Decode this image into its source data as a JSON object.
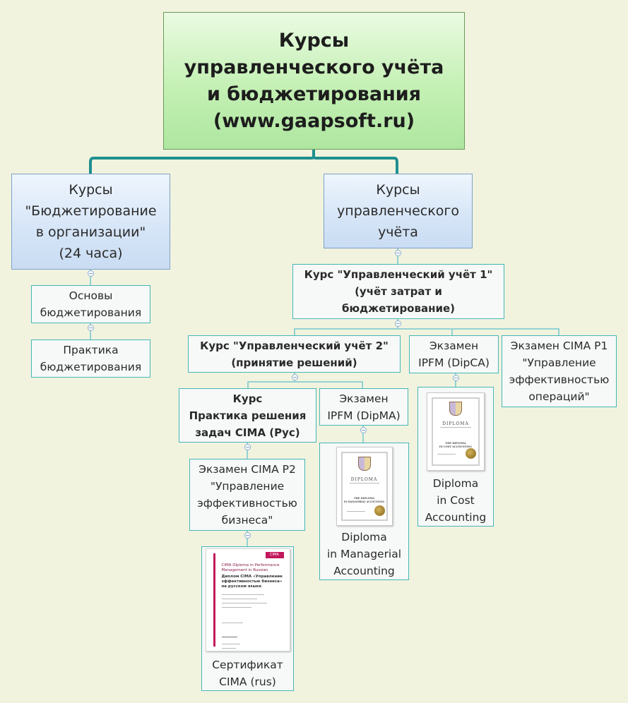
{
  "root": {
    "lines": [
      "Курсы",
      "управленческого учёта",
      "и бюджетирования",
      "(www.gaapsoft.ru)"
    ]
  },
  "budget_course": {
    "lines": [
      "Курсы",
      "\"Бюджетирование",
      "в организации\"",
      "(24 часа)"
    ]
  },
  "budget_basics": {
    "lines": [
      "Основы",
      "бюджетирования"
    ]
  },
  "budget_practice": {
    "lines": [
      "Практика",
      "бюджетирования"
    ]
  },
  "mgmt_courses": {
    "lines": [
      "Курсы",
      "управленческого",
      "учёта"
    ]
  },
  "course_ma1": {
    "lines": [
      "Курс \"Управленческий учёт 1\"",
      "(учёт затрат и",
      "бюджетирование)"
    ]
  },
  "course_ma2": {
    "lines": [
      "Курс \"Управленческий учёт 2\"",
      "(принятие решений)"
    ]
  },
  "exam_dipca": {
    "lines": [
      "Экзамен",
      "IPFM (DipCA)"
    ]
  },
  "exam_cima_p1": {
    "lines": [
      "Экзамен CIMA P1",
      "\"Управление",
      "эффективностью",
      "операций\""
    ]
  },
  "course_cima_practice": {
    "lines": [
      "Курс",
      "Практика решения",
      "задач CIMA (Рус)"
    ]
  },
  "exam_dipma": {
    "lines": [
      "Экзамен",
      "IPFM (DipMA)"
    ]
  },
  "exam_cima_p2": {
    "lines": [
      "Экзамен CIMA P2",
      "\"Управление",
      "эффективностью",
      "бизнеса\""
    ]
  },
  "dip_cost": {
    "lines": [
      "Diploma",
      "in Cost",
      "Accounting"
    ],
    "doc_title": "DIPLOMA",
    "doc_sub": [
      "THE DIPLOMA",
      "IN COST ACCOUNTING"
    ]
  },
  "dip_managerial": {
    "lines": [
      "Diploma",
      "in Managerial",
      "Accounting"
    ],
    "doc_title": "DIPLOMA",
    "doc_sub": [
      "THE DIPLOMA",
      "IN MANAGERIAL ACCOUNTING"
    ]
  },
  "cert_cima": {
    "lines": [
      "Сертификат",
      "CIMA (rus)"
    ],
    "doc_tag": "CIMA",
    "doc_text": [
      "CIMA Diploma in Performance",
      "Management in Russian",
      "Диплом CIMA «Управление",
      "эффективностью бизнеса»",
      "на русском языке"
    ]
  },
  "colors": {
    "background": "#f1f3df",
    "root_fill": "#c4f0b4",
    "main_fill": "#d5e5f7",
    "sub_border": "#45b7b7",
    "connector_primary": "#1f8f8f",
    "connector_secondary": "#93d2d2"
  }
}
